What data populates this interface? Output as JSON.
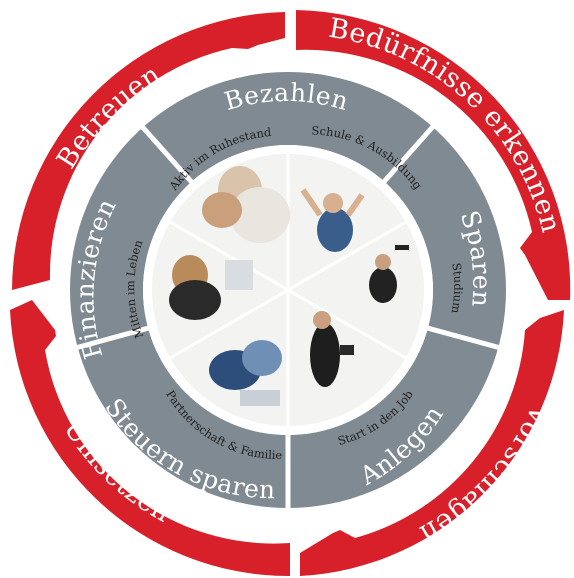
{
  "colors": {
    "outer_ring": "#d8202a",
    "grey_ring": "#808a92",
    "separator": "#ffffff",
    "inner_disc": "#f3f3f1"
  },
  "outer_ring": {
    "labels": [
      "Bedürfnisse erkennen",
      "Vorschlagen",
      "Umsetzen",
      "Betreuen"
    ]
  },
  "grey_ring": {
    "labels": [
      "Bezahlen",
      "Sparen",
      "Anlegen",
      "Steuern sparen",
      "Finanzieren"
    ]
  },
  "life_phases": {
    "labels": [
      "Schule & Ausbildung",
      "Studium",
      "Start in den Job",
      "Partnerschaft & Familie",
      "Mitten im Leben",
      "Aktiv im Ruhestand"
    ]
  }
}
